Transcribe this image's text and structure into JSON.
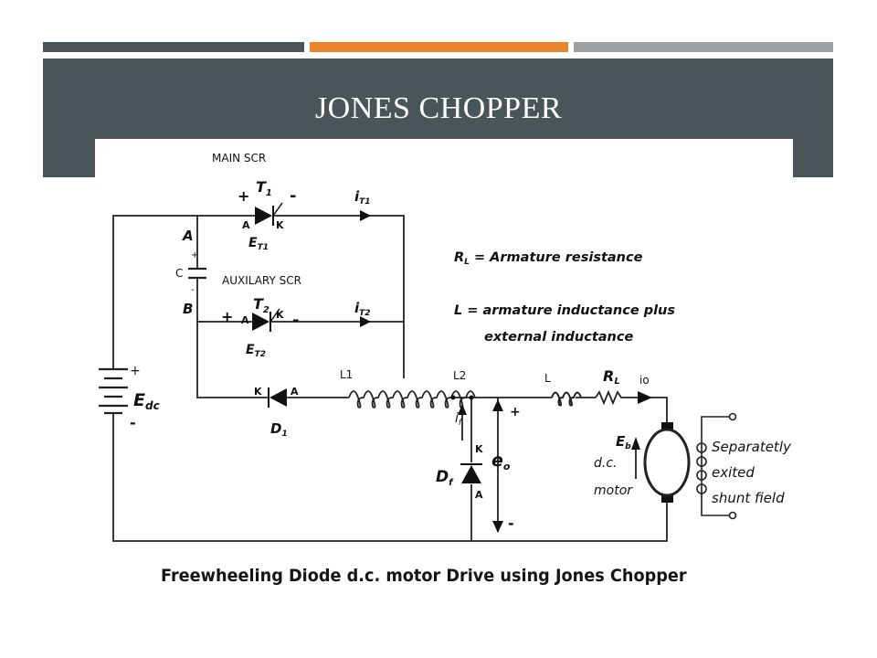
{
  "slide": {
    "title": "JONES CHOPPER",
    "accent_colors": {
      "dark": "#4a555a",
      "orange": "#e8852b",
      "gray": "#9aa0a3"
    }
  },
  "diagram": {
    "caption": "Freewheeling Diode d.c. motor Drive using Jones Chopper",
    "labels": {
      "main_scr": "MAIN SCR",
      "auxiliary_scr": "AUXILARY SCR",
      "node_a": "A",
      "node_b": "B",
      "capacitor": "C",
      "t1": "T",
      "t1_sub": "1",
      "t2": "T",
      "t2_sub": "2",
      "et1": "E",
      "et1_sub": "T1",
      "et2": "E",
      "et2_sub": "T2",
      "it1": "i",
      "it1_sub": "T1",
      "it2": "i",
      "it2_sub": "T2",
      "edc": "E",
      "edc_sub": "dc",
      "d1": "D",
      "d1_sub": "1",
      "l1": "L1",
      "l2": "L2",
      "l": "L",
      "rl": "R",
      "rl_sub": "L",
      "io": "io",
      "if": "i",
      "if_sub": "f",
      "df": "D",
      "df_sub": "f",
      "eo": "e",
      "eo_sub": "o",
      "eb": "E",
      "eb_sub": "b",
      "motor_line1": "d.c.",
      "motor_line2": "motor",
      "field_line1": "Separatetly",
      "field_line2": "exited",
      "field_line3": "shunt field",
      "def_rl": "= Armature resistance",
      "def_rl_sym": "R",
      "def_rl_sub": "L",
      "def_l": "L = armature inductance plus",
      "def_l_line2": "external inductance",
      "plus": "+",
      "minus": "-",
      "pin_a": "A",
      "pin_k": "K"
    }
  }
}
